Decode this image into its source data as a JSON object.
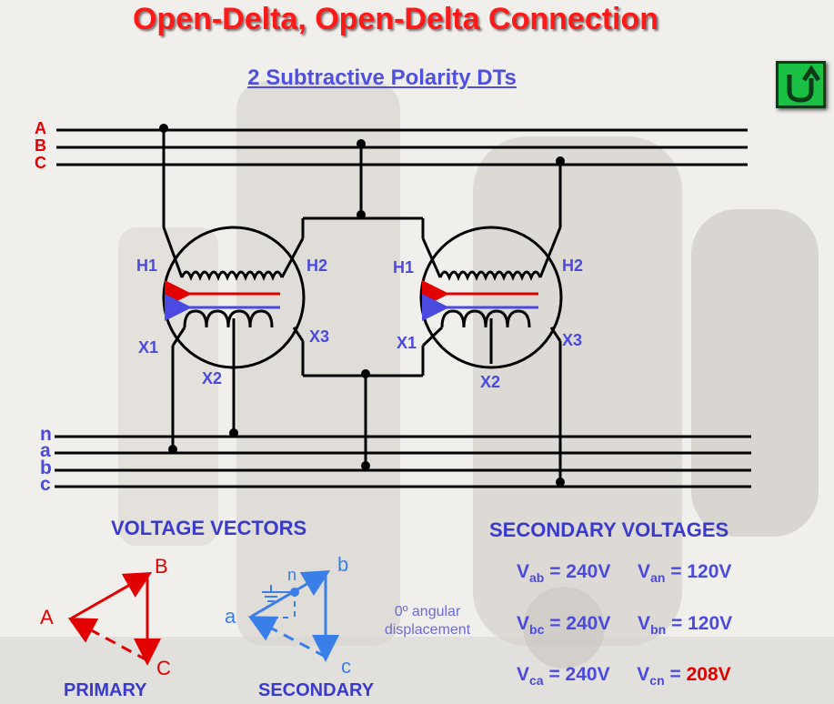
{
  "title": "Open-Delta, Open-Delta Connection",
  "subtitle": "2 Subtractive Polarity DTs",
  "back_icon": "u-turn-arrow-icon",
  "primary_lines": [
    "A",
    "B",
    "C"
  ],
  "secondary_lines": [
    "n",
    "a",
    "b",
    "c"
  ],
  "transformer_left": {
    "h1": "H1",
    "h2": "H2",
    "x1": "X1",
    "x2": "X2",
    "x3": "X3"
  },
  "transformer_right": {
    "h1": "H1",
    "h2": "H2",
    "x1": "X1",
    "x2": "X2",
    "x3": "X3"
  },
  "vectors": {
    "heading": "VOLTAGE VECTORS",
    "primary": {
      "a": "A",
      "b": "B",
      "c": "C",
      "caption": "PRIMARY"
    },
    "secondary": {
      "a": "a",
      "b": "b",
      "c": "c",
      "n": "n",
      "caption": "SECONDARY"
    },
    "note_line1": "0º angular",
    "note_line2": "displacement"
  },
  "secondary_voltages": {
    "heading": "SECONDARY VOLTAGES",
    "rows": [
      {
        "l_v": "V",
        "l_sub": "ab",
        "l_val": "= 240V",
        "r_v": "V",
        "r_sub": "an",
        "r_eq": "= ",
        "r_val": "120V"
      },
      {
        "l_v": "V",
        "l_sub": "bc",
        "l_val": "= 240V",
        "r_v": "V",
        "r_sub": "bn",
        "r_eq": "= ",
        "r_val": "120V"
      },
      {
        "l_v": "V",
        "l_sub": "ca",
        "l_val": "= 240V",
        "r_v": "V",
        "r_sub": "cn",
        "r_eq": "= ",
        "r_val": "208V"
      }
    ]
  },
  "colors": {
    "title": "#ff1a1a",
    "label_blue": "#4a4ae0",
    "arrow_red": "#e00000",
    "vector_blue": "#3a7fe8",
    "button": "#19c043"
  }
}
